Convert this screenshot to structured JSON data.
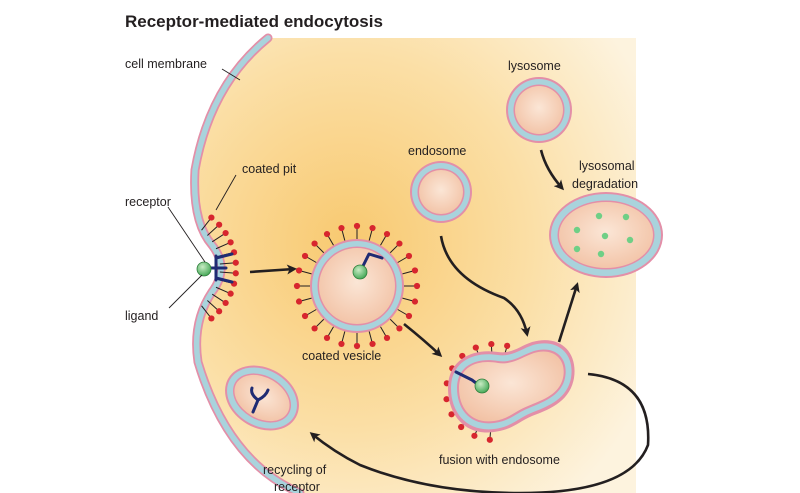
{
  "title": "Receptor-mediated endocytosis",
  "labels": {
    "cell_membrane": "cell membrane",
    "coated_pit": "coated pit",
    "receptor": "receptor",
    "ligand": "ligand",
    "coated_vesicle": "coated vesicle",
    "endosome": "endosome",
    "lysosome": "lysosome",
    "lysosomal_degradation_1": "lysosomal",
    "lysosomal_degradation_2": "degradation",
    "fusion_with_endosome": "fusion with endosome",
    "recycling_1": "recycling of",
    "recycling_2": "receptor"
  },
  "colors": {
    "cytoplasm_light": "#fdf1d8",
    "cytoplasm_dark": "#f8c970",
    "membrane_blue": "#a9d3dc",
    "membrane_pink": "#e38fa8",
    "vesicle_fill": "#f7d2bb",
    "coat_red": "#d7262e",
    "receptor_navy": "#1f2b73",
    "ligand_green": "#57b864",
    "arrow": "#231f20"
  }
}
